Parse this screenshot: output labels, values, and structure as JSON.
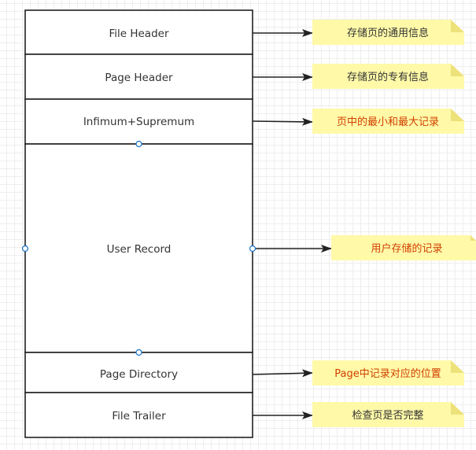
{
  "sections": [
    {
      "label": "File Header",
      "note": "存储页的通用信息",
      "note_color": "#333333"
    },
    {
      "label": "Page Header",
      "note": "存储页的专有信息",
      "note_color": "#333333"
    },
    {
      "label": "Infimum+Supremum",
      "note": "页中的最小和最大记录",
      "note_color": "#d04000"
    },
    {
      "label": "User Record",
      "note": "用户存储的记录",
      "note_color": "#d04000"
    },
    {
      "label": "Page Directory",
      "note": "Page中记录对应的位置",
      "note_color": "#d04000"
    },
    {
      "label": "File Trailer",
      "note": "检查页是否完整",
      "note_color": "#333333"
    }
  ],
  "colors": {
    "note_fill": "#fff9a8",
    "note_fold": "#ede17a",
    "box_stroke": "#222222",
    "handle_stroke": "#1a73c8"
  }
}
